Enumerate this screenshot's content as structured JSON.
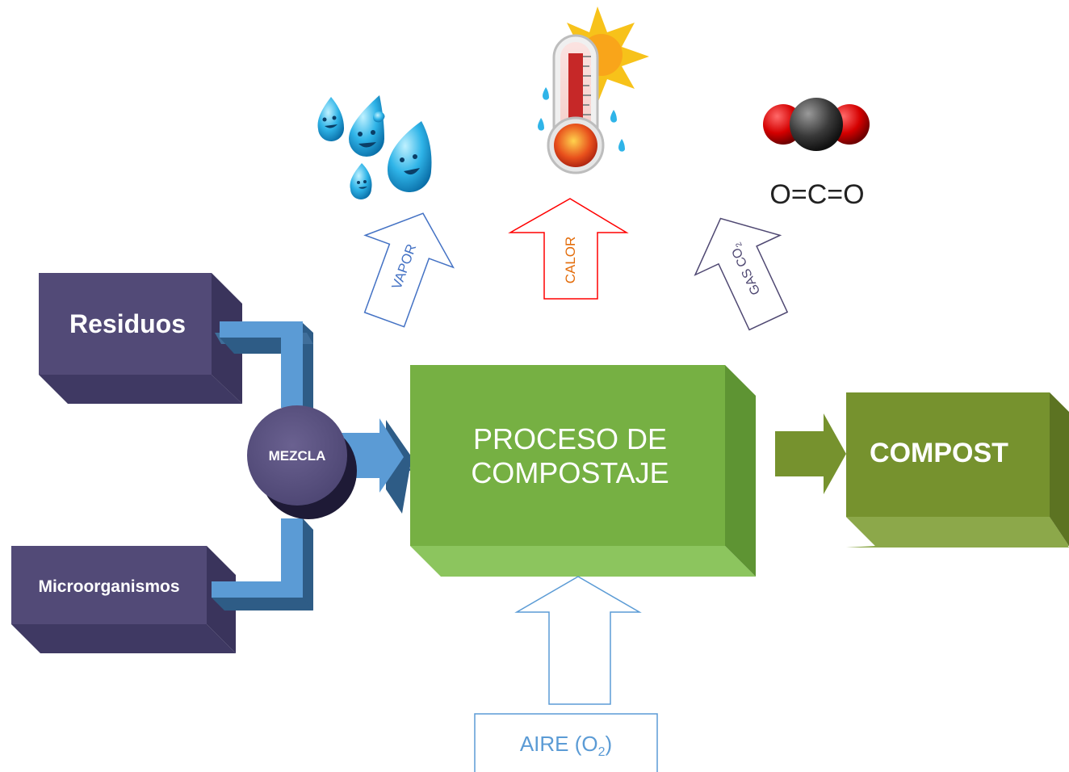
{
  "inputs": {
    "residuos": "Residuos",
    "microorganismos": "Microorganismos"
  },
  "mix": {
    "label": "MEZCLA"
  },
  "process": {
    "line1": "PROCESO DE",
    "line2": "COMPOSTAJE"
  },
  "output": {
    "label": "COMPOST"
  },
  "emissions": {
    "vapor": "VAPOR",
    "calor": "CALOR",
    "gas_prefix": "GAS CO",
    "gas_sub": "2"
  },
  "co2_formula": "O=C=O",
  "air": {
    "prefix": "AIRE (O",
    "sub": "2",
    "suffix": ")"
  },
  "colors": {
    "input_box": "#4F4872",
    "process_box": "#76B043",
    "output_box": "#76922E",
    "connector": "#5B9BD5",
    "vapor_arrow": "#4472C4",
    "calor_arrow": "#FF0000",
    "calor_text": "#E36C0A",
    "gas_arrow": "#4F4872",
    "air_arrow": "#5B9BD5"
  },
  "icons": [
    "water-drops-icon",
    "thermometer-sun-icon",
    "co2-molecule-icon"
  ]
}
